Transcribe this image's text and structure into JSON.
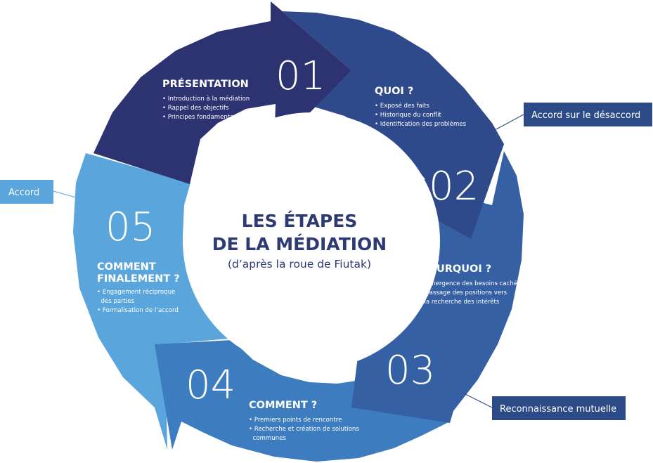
{
  "title": {
    "line1": "LES ÉTAPES",
    "line2": "DE LA MÉDIATION",
    "subtitle": "(d’après la roue de Fiutak)"
  },
  "steps": [
    {
      "number": "01",
      "heading": "PRÉSENTATION",
      "bullets": [
        "• Introduction à la médiation",
        "• Rappel des objectifs",
        "• Principes fondamentaux"
      ],
      "color": "#2d3370"
    },
    {
      "number": "02",
      "heading": "QUOI ?",
      "bullets": [
        "• Exposé des faits",
        "• Historique du conflit",
        "• Identification des problèmes"
      ],
      "color": "#2f4a8a"
    },
    {
      "number": "03",
      "heading": "POURQUOI ?",
      "bullets": [
        "• Emergence des besoins cachés",
        "• Passage des positions vers",
        "  la recherche des intérêts"
      ],
      "color": "#3660a4"
    },
    {
      "number": "04",
      "heading_lines": [
        "COMMENT ?"
      ],
      "bullets": [
        "• Premiers points de rencontre",
        "• Recherche et création de solutions",
        "  communes"
      ],
      "color": "#3d7cbe"
    },
    {
      "number": "05",
      "heading_lines": [
        "COMMENT",
        "FINALEMENT ?"
      ],
      "bullets": [
        "• Engagement réciproque",
        "  des parties",
        "• Formalisation de l’accord"
      ],
      "color": "#5aa6dc"
    }
  ],
  "tags": {
    "accord_desaccord": {
      "label": "Accord sur le désaccord",
      "color": "#2c4a86"
    },
    "reconnaissance": {
      "label": "Reconnaissance mutuelle",
      "color": "#2c4a86"
    },
    "accord": {
      "label": "Accord",
      "color": "#5aa6dc"
    }
  }
}
